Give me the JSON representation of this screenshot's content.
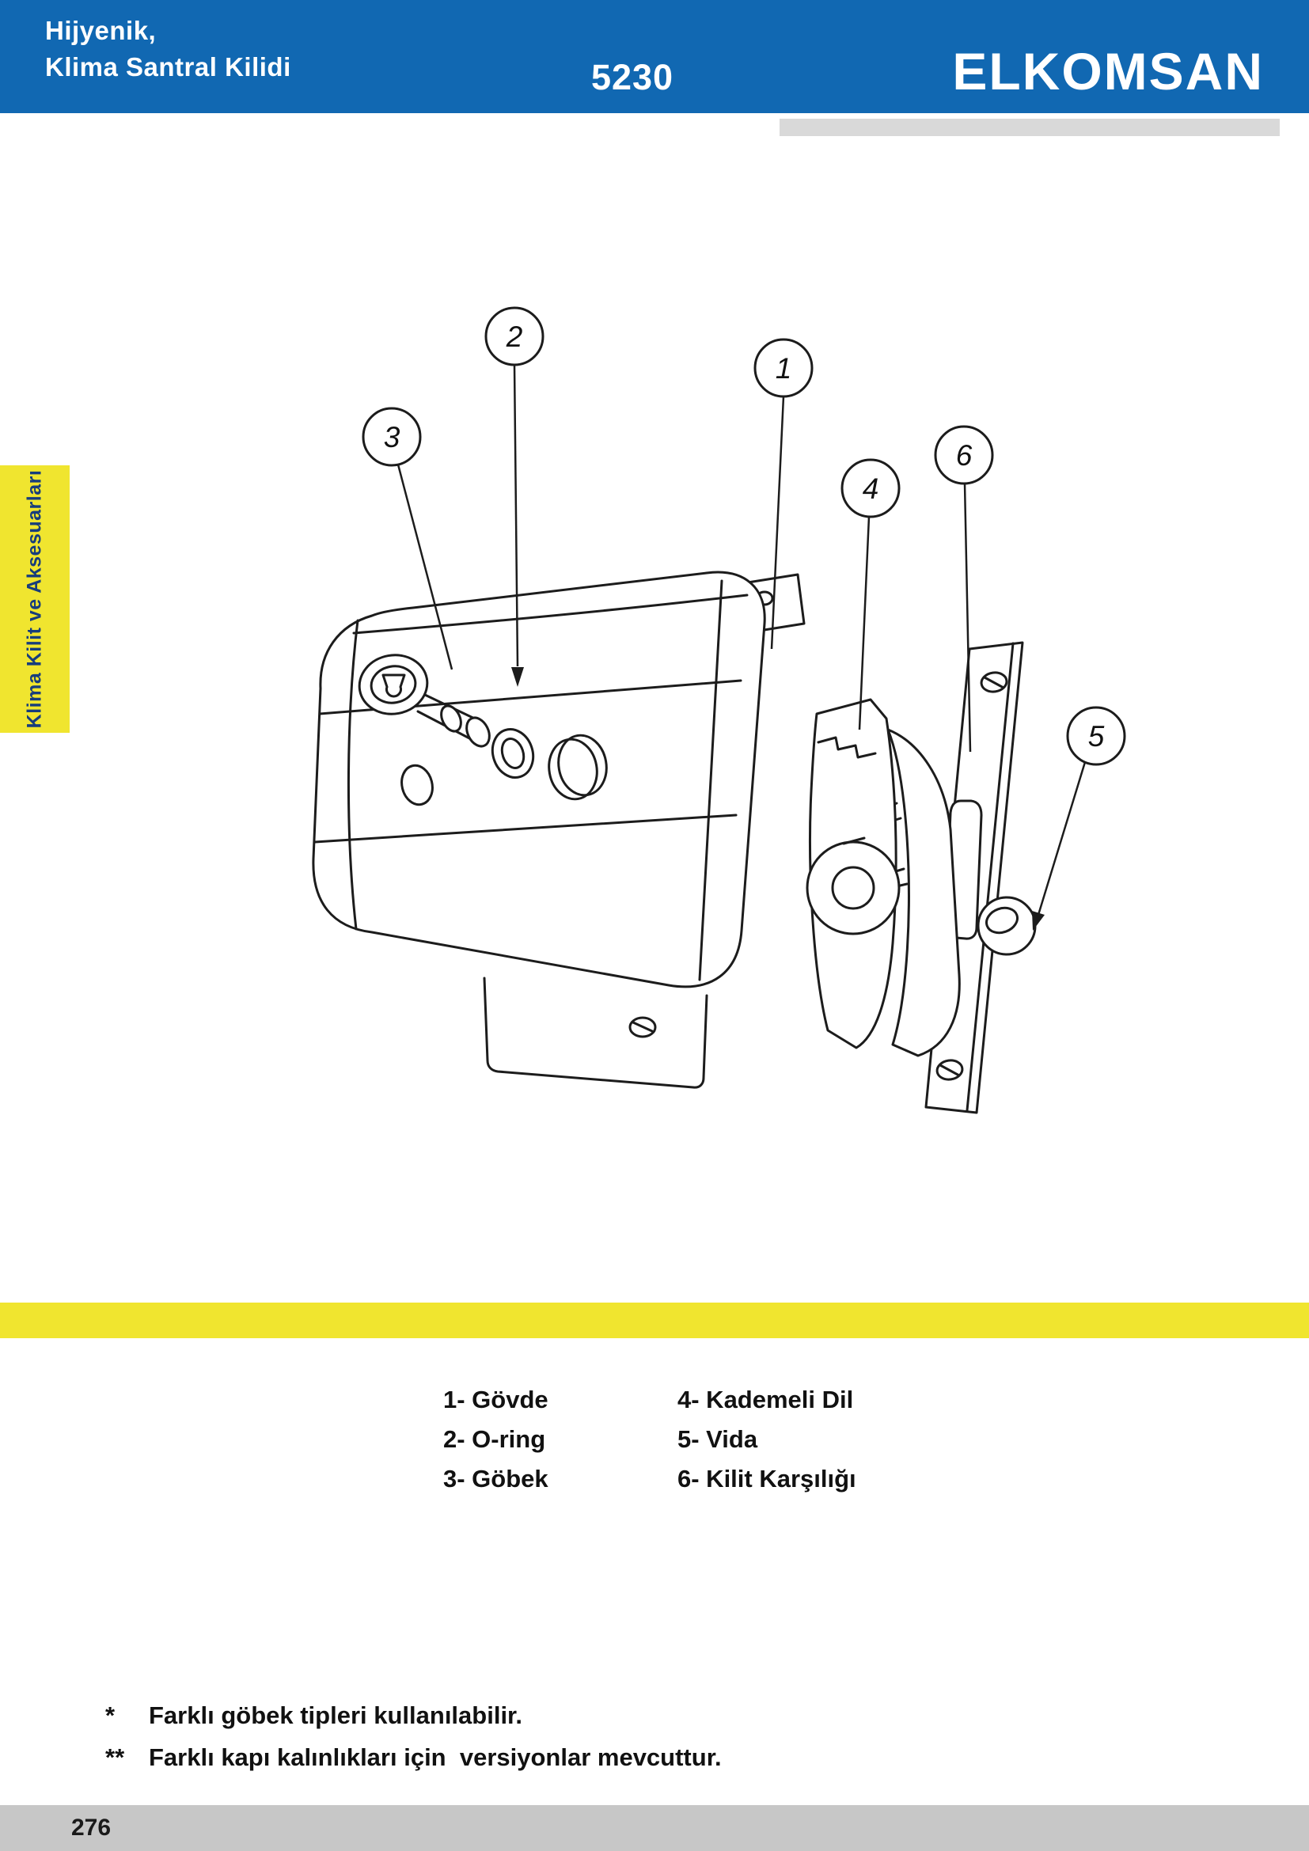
{
  "header": {
    "title_line1": "Hijyenik,",
    "title_line2": "Klima Santral Kilidi",
    "product_code": "5230",
    "brand": "ELKOMSAN"
  },
  "side_tab": {
    "label": "Klima Kilit ve Aksesuarları"
  },
  "diagram": {
    "callouts": [
      {
        "number": "1"
      },
      {
        "number": "2"
      },
      {
        "number": "3"
      },
      {
        "number": "4"
      },
      {
        "number": "5"
      },
      {
        "number": "6"
      }
    ]
  },
  "parts_list": {
    "col1": [
      "1- Gövde",
      "2- O-ring",
      "3- Göbek"
    ],
    "col2": [
      "4- Kademeli Dil",
      "5- Vida",
      "6- Kilit Karşılığı"
    ]
  },
  "footnotes": [
    {
      "marker": "*",
      "text": "Farklı göbek tipleri kullanılabilir."
    },
    {
      "marker": "**",
      "text": "Farklı kapı kalınlıkları için  versiyonlar mevcuttur."
    }
  ],
  "footer": {
    "page_number": "276"
  },
  "colors": {
    "header_blue": "#1168b2",
    "accent_yellow": "#f0e52f",
    "footer_gray": "#c7c7c7"
  }
}
